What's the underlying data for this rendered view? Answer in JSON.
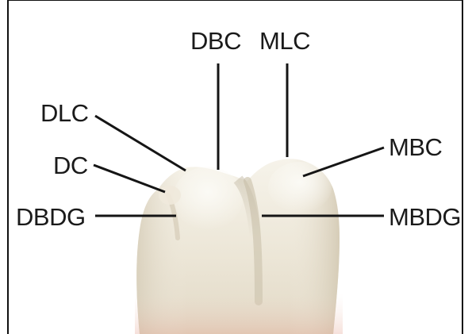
{
  "labels": {
    "dbc": "DBC",
    "mlc": "MLC",
    "dlc": "DLC",
    "dc": "DC",
    "dbdg": "DBDG",
    "mbc": "MBC",
    "mbdg": "MBDG"
  },
  "colors": {
    "line": "#151515",
    "text": "#1a1a1a",
    "tooth_light": "#f4f1e8",
    "tooth_mid": "#e3ddcd",
    "tooth_shadow": "#c9c1ad",
    "gum_tint": "#e8b5a6"
  }
}
